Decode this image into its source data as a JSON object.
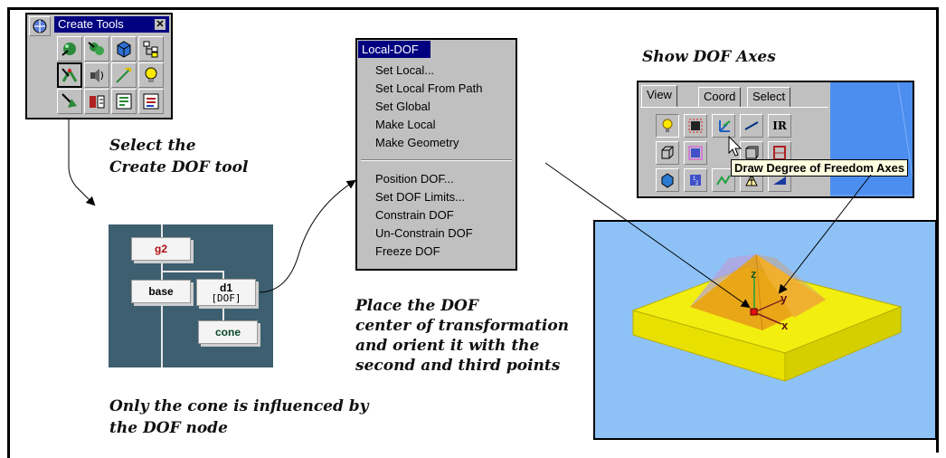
{
  "create_tools": {
    "title": "Create Tools",
    "close_glyph": "✕",
    "tools": [
      "sphere-tool-icon",
      "group-tool-icon",
      "cube-tool-icon",
      "tree-tool-icon",
      "create-dof-tool-icon",
      "sound-tool-icon",
      "light-tool-icon",
      "bulb-tool-icon",
      "object-tool-icon",
      "lod-tool-icon",
      "switch-tool-icon",
      "text-tool-icon"
    ]
  },
  "captions": {
    "select_line1": "Select the",
    "select_line2": "Create DOF tool",
    "show_dof_axes": "Show DOF Axes",
    "place_line1": "Place the DOF",
    "place_line2": "center of transformation",
    "place_line3": "and orient it with the",
    "place_line4": "second and third points",
    "only_line1": "Only the cone is influenced by",
    "only_line2": "the DOF node"
  },
  "scene_graph": {
    "g2": "g2",
    "base": "base",
    "d1": "d1",
    "d1_tag": "[DOF]",
    "cone": "cone",
    "colors": {
      "background": "#3d5f6f",
      "g2_text": "#b01010",
      "cone_text": "#0a4a2a"
    }
  },
  "menu": {
    "title": "Local-DOF",
    "group1": [
      "Set Local...",
      "Set Local From Path",
      "Set Global",
      "Make Local",
      "Make Geometry"
    ],
    "group2": [
      "Position DOF...",
      "Set DOF Limits...",
      "Constrain DOF",
      "Un-Constrain DOF",
      "Freeze DOF"
    ]
  },
  "axes_panel": {
    "tabs": [
      "View",
      "Coord",
      "Select"
    ],
    "active_tab": "View",
    "ir_label": "IR",
    "tooltip": "Draw Degree of Freedom Axes"
  },
  "viewport": {
    "axis_z": "z",
    "axis_y": "y",
    "axis_x": "x",
    "colors": {
      "background": "#8ec2f7",
      "base": "#f2ee10",
      "cone": "#e8a018"
    }
  }
}
